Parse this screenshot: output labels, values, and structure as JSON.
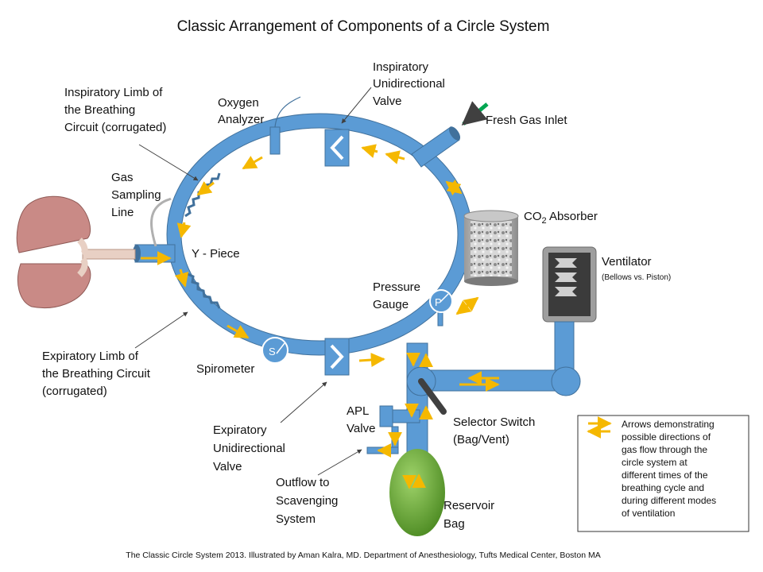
{
  "title": "Classic Arrangement of Components of a Circle System",
  "labels": {
    "inspiratory_limb": [
      "Inspiratory Limb of",
      "the Breathing",
      "Circuit (corrugated)"
    ],
    "oxygen_analyzer": [
      "Oxygen",
      "Analyzer"
    ],
    "inspiratory_valve": [
      "Inspiratory",
      "Unidirectional",
      "Valve"
    ],
    "fresh_gas_inlet": "Fresh Gas Inlet",
    "gas_sampling_line": [
      "Gas",
      "Sampling",
      "Line"
    ],
    "co2_absorber_main": "CO",
    "co2_absorber_sub": "2",
    "co2_absorber_rest": " Absorber",
    "y_piece": "Y - Piece",
    "ventilator": "Ventilator",
    "ventilator_sub": "(Bellows vs. Piston)",
    "pressure_gauge": [
      "Pressure",
      "Gauge"
    ],
    "expiratory_limb": [
      "Expiratory Limb of",
      "the Breathing Circuit",
      "(corrugated)"
    ],
    "spirometer": "Spirometer",
    "apl_valve": [
      "APL",
      "Valve"
    ],
    "selector_switch": [
      "Selector Switch",
      "(Bag/Vent)"
    ],
    "expiratory_valve": [
      "Expiratory",
      "Unidirectional",
      "Valve"
    ],
    "outflow": [
      "Outflow to",
      "Scavenging",
      "System"
    ],
    "reservoir_bag": [
      "Reservoir",
      "Bag"
    ],
    "spirometer_letter": "S",
    "gauge_letter": "P"
  },
  "legend": [
    "Arrows demonstrating",
    "possible directions of",
    "gas flow through the",
    "circle system at",
    "different times of the",
    "breathing cycle and",
    "during different modes",
    "of ventilation"
  ],
  "credit": "The Classic Circle System 2013. Illustrated by Aman Kalra, MD. Department of Anesthesiology, Tufts Medical Center, Boston MA",
  "colors": {
    "tube": "#5b9bd5",
    "tube_dark": "#41719c",
    "arrow": "#f5b800",
    "green_arrow": "#00a651",
    "bag": "#6aa832",
    "lung": "#c98a86"
  },
  "icons": {
    "spirometer": "spirometer-icon",
    "gauge": "pressure-gauge-icon",
    "lungs": "lungs-icon",
    "absorber": "co2-absorber-icon",
    "ventilator": "ventilator-icon"
  }
}
